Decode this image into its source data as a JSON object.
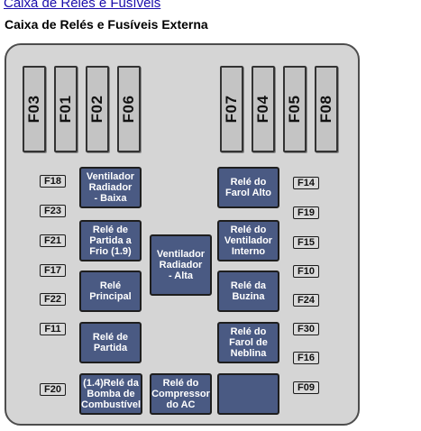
{
  "header": {
    "link_text": "Caixa de Relés e Fusíveis",
    "subtitle": "Caixa de Relés e Fusíveis Externa"
  },
  "colors": {
    "relay_fill": "#4a5a83",
    "box_fill": "#d5d5d5",
    "fuse_fill": "#c4c4c4"
  },
  "vertical_fuses": [
    "F03",
    "F01",
    "F02",
    "F06",
    "F07",
    "F04",
    "F05",
    "F08"
  ],
  "left_fuses": [
    "F18",
    "F23",
    "F21",
    "F17",
    "F22",
    "F11",
    "F20"
  ],
  "right_fuses": [
    "F14",
    "F19",
    "F15",
    "F10",
    "F24",
    "F30",
    "F16",
    "F09"
  ],
  "relays": {
    "ventilador_baixa": "Ventilador\nRadiador\n- Baixa",
    "partida_frio": "Relé de\nPartida a\nFrio (1.9)",
    "principal": "Relé\nPrincipal",
    "partida": "Relé de\nPartida",
    "bomba_combustivel": "(1.4)Relé da\nBomba de\nCombustível",
    "ventilador_alta": "Ventilador\nRadiador\n- Alta",
    "compressor_ac": "Relé do\nCompressor\ndo AC",
    "farol_alto": "Relé do\nFarol Alto",
    "ventilador_interno": "Relé do\nVentilador\nInterno",
    "buzina": "Relé da\nBuzina",
    "farol_neblina": "Relé do\nFarol de\nNeblina",
    "blank": ""
  }
}
